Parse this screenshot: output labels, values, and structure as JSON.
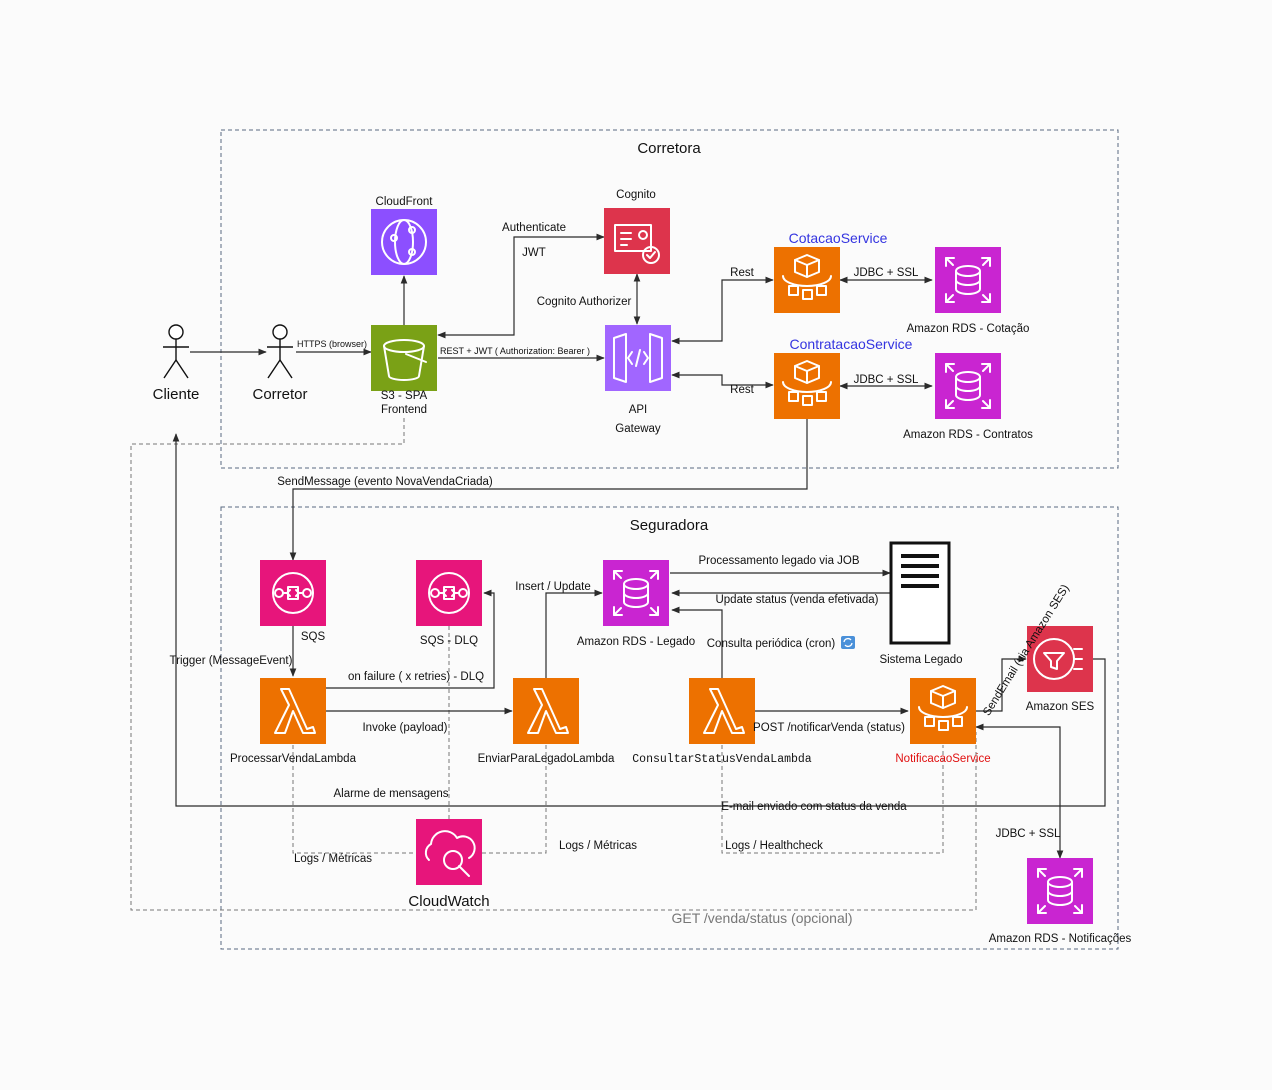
{
  "zones": {
    "corretora": "Corretora",
    "seguradora": "Seguradora"
  },
  "actors": {
    "cliente": "Cliente",
    "corretor": "Corretor"
  },
  "services": {
    "cloudfront": "CloudFront",
    "s3_line1": "S3 - SPA",
    "s3_line2": "Frontend",
    "cognito": "Cognito",
    "api_line1": "API",
    "api_line2": "Gateway",
    "cotacao": "CotacaoService",
    "contratacao": "ContratacaoService",
    "rds_cotacao": "Amazon RDS - Cotação",
    "rds_contratos": "Amazon RDS - Contratos",
    "sqs": "SQS",
    "sqs_dlq": "SQS - DLQ",
    "rds_legado": "Amazon RDS - Legado",
    "sistema_legado": "Sistema Legado",
    "ses": "Amazon SES",
    "lambda_processar": "ProcessarVendaLambda",
    "lambda_enviar": "EnviarParaLegadoLambda",
    "lambda_consultar": "ConsultarStatusVendaLambda",
    "notificacao": "NotificacaoService",
    "cloudwatch": "CloudWatch",
    "rds_notificacoes": "Amazon RDS - Notificações"
  },
  "edges": {
    "https": "HTTPS (browser)",
    "authenticate": "Authenticate",
    "jwt": "JWT",
    "cognito_authorizer": "Cognito Authorizer",
    "rest_jwt": "REST + JWT ( Authorization: Bearer )",
    "rest1": "Rest",
    "rest2": "Rest",
    "jdbc1": "JDBC + SSL",
    "jdbc2": "JDBC + SSL",
    "jdbc3": "JDBC + SSL",
    "send_message": "SendMessage (evento NovaVendaCriada)",
    "trigger": "Trigger (MessageEvent)",
    "on_failure": "on failure ( x retries) - DLQ",
    "invoke": "Invoke (payload)",
    "insert_update": "Insert / Update",
    "proc_legado": "Processamento legado via JOB",
    "update_status": "Update status (venda efetivada)",
    "consulta_periodica": "Consulta periódica (cron)",
    "post_notificar": "POST /notificarVenda (status)",
    "send_email": "SendEmail (via Amazon SES)",
    "alarme": "Alarme de mensagens",
    "email_enviado": "E-mail enviado com status da venda",
    "logs_metricas_1": "Logs / Métricas",
    "logs_metricas_2": "Logs / Métricas",
    "logs_healthcheck": "Logs / Healthcheck",
    "get_status": "GET /venda/status (opcional)"
  },
  "colors": {
    "cloudfront": "#8c4fff",
    "s3": "#7aa116",
    "cognito": "#dd344c",
    "api_gateway": "#a166ff",
    "ecs_service": "#ed7100",
    "rds": "#c925d1",
    "sqs": "#e7157b",
    "lambda": "#ed7100",
    "ses": "#dd344c",
    "cloudwatch": "#e7157b",
    "service_label": "#3434e0",
    "warning_label": "#e01010"
  }
}
